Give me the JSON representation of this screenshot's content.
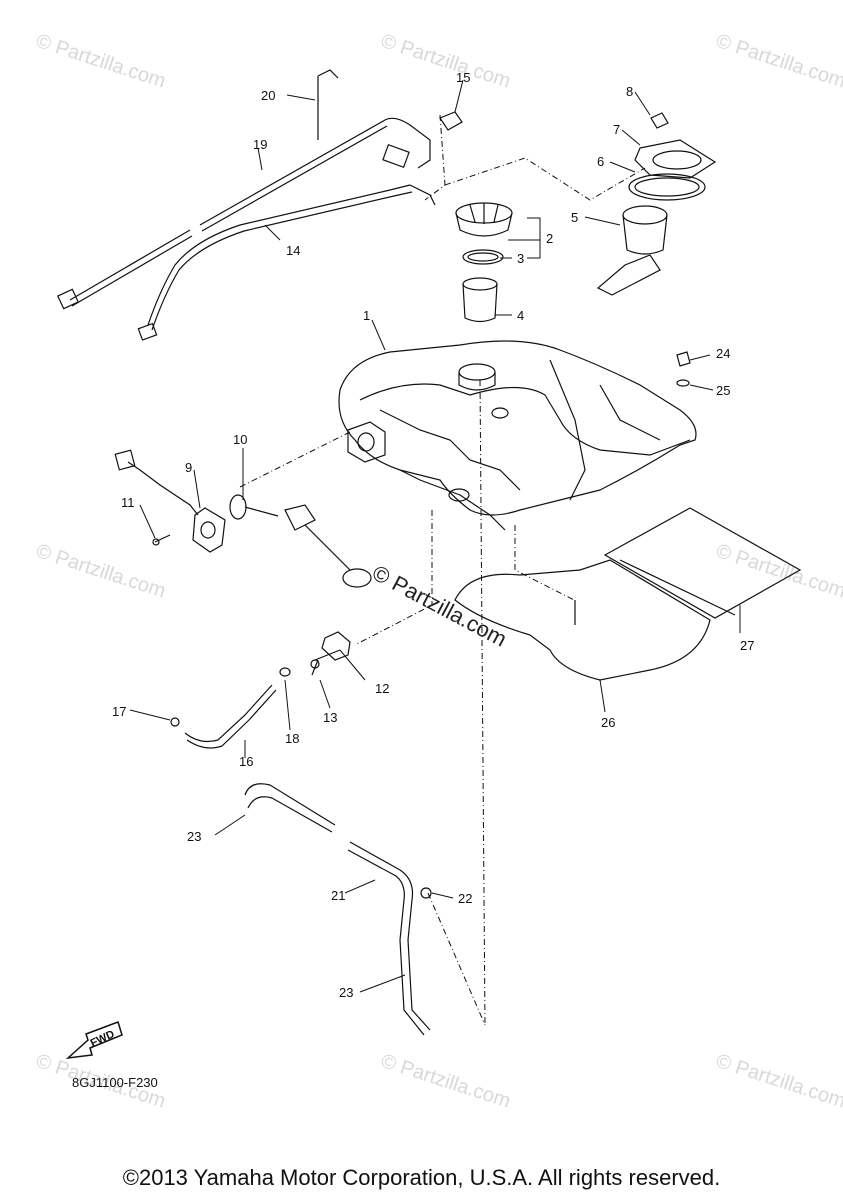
{
  "watermarks": {
    "brand": "© Partzilla.com",
    "center": "© Partzilla.com"
  },
  "callouts": {
    "c1": "1",
    "c2": "2",
    "c3": "3",
    "c4": "4",
    "c5": "5",
    "c6": "6",
    "c7": "7",
    "c8": "8",
    "c9": "9",
    "c10": "10",
    "c11": "11",
    "c12": "12",
    "c13": "13",
    "c14": "14",
    "c15": "15",
    "c16": "16",
    "c17": "17",
    "c18": "18",
    "c19": "19",
    "c20": "20",
    "c21": "21",
    "c22": "22",
    "c23a": "23",
    "c23b": "23",
    "c24": "24",
    "c25": "25",
    "c26": "26",
    "c27": "27"
  },
  "fwd_label": "FWD",
  "diagram_code": "8GJ1100-F230",
  "footer": "©2013 Yamaha Motor Corporation, U.S.A. All rights reserved."
}
